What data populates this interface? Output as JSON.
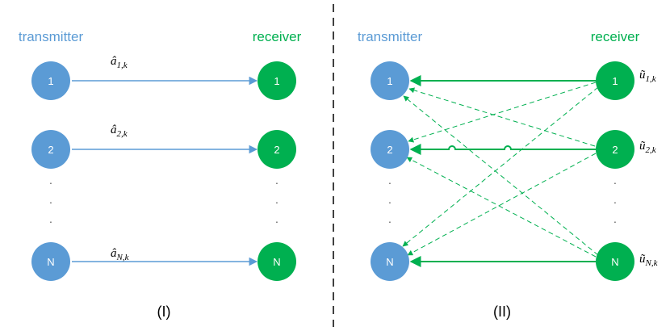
{
  "colors": {
    "transmitter": "#5b9bd5",
    "receiver": "#00b050",
    "transmitter_label": "#5b9bd5",
    "receiver_label": "#00b050",
    "divider": "#000000"
  },
  "panel_1": {
    "transmitter_label": "transmitter",
    "receiver_label": "receiver",
    "panel_label": "(I)",
    "transmitter_nodes": [
      "1",
      "2",
      "N"
    ],
    "receiver_nodes": [
      "1",
      "2",
      "N"
    ],
    "links": [
      {
        "symbol": "â",
        "sub": "1,k"
      },
      {
        "symbol": "â",
        "sub": "2,k"
      },
      {
        "symbol": "â",
        "sub": "N,k"
      }
    ],
    "dots": "."
  },
  "panel_2": {
    "transmitter_label": "transmitter",
    "receiver_label": "receiver",
    "panel_label": "(II)",
    "transmitter_nodes": [
      "1",
      "2",
      "N"
    ],
    "receiver_nodes": [
      "1",
      "2",
      "N"
    ],
    "feedback": [
      {
        "symbol": "ũ",
        "sub": "1,k"
      },
      {
        "symbol": "ũ",
        "sub": "2,k"
      },
      {
        "symbol": "ũ",
        "sub": "N,k"
      }
    ],
    "dots": "."
  }
}
